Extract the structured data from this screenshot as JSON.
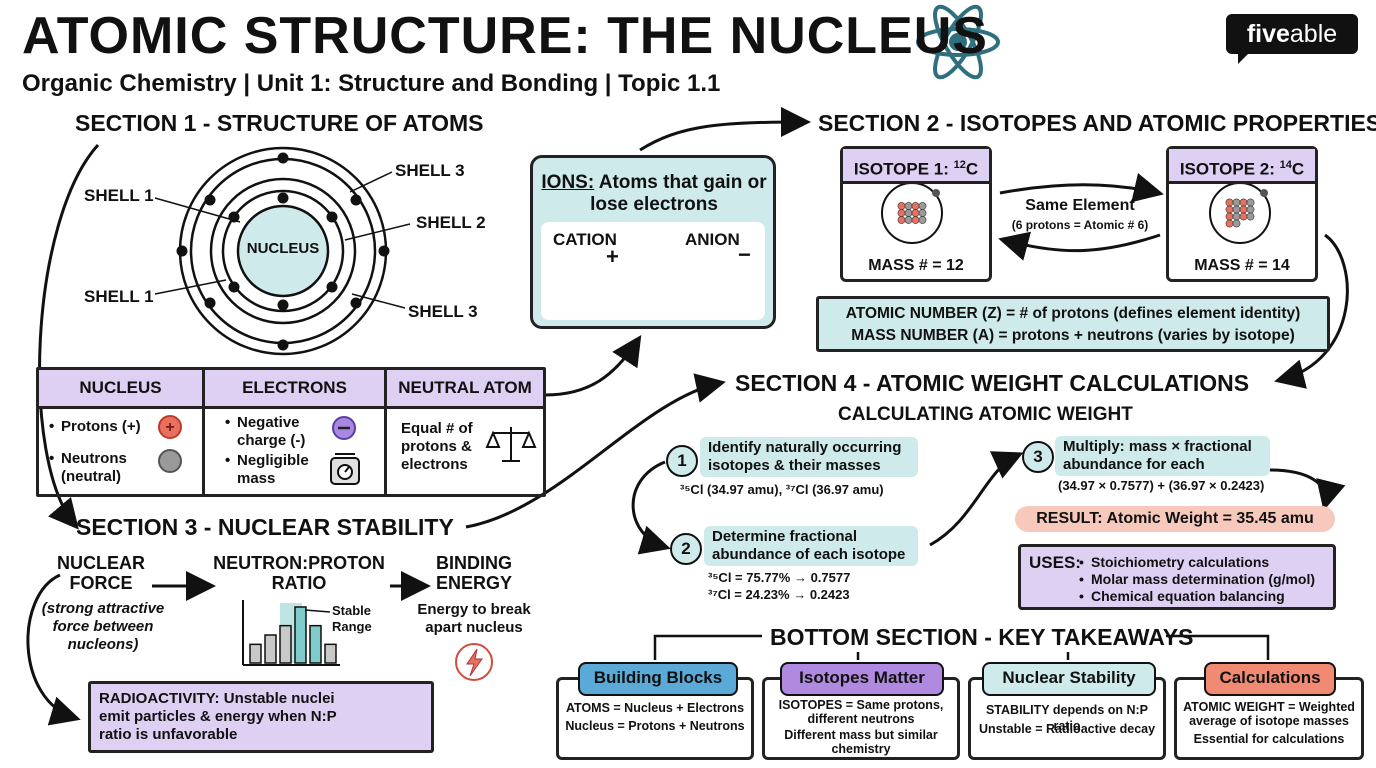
{
  "header": {
    "title": "ATOMIC STRUCTURE: THE NUCLEUS",
    "subtitle": "Organic Chemistry | Unit 1: Structure and Bonding | Topic 1.1",
    "logo_main": "five",
    "logo_suffix": "able"
  },
  "section1": {
    "title": "SECTION 1 - STRUCTURE OF ATOMS",
    "nucleus_label": "NUCLEUS",
    "shell_labels": [
      "SHELL 1",
      "SHELL 1",
      "SHELL 2",
      "SHELL 3",
      "SHELL 3"
    ],
    "table": {
      "headers": [
        "NUCLEUS",
        "ELECTRONS",
        "NEUTRAL ATOM"
      ],
      "nucleus_items": [
        "Protons (+)",
        "Neutrons (neutral)"
      ],
      "electron_items": [
        "Negative charge (-)",
        "Negligible mass"
      ],
      "neutral_text": "Equal # of protons & electrons"
    }
  },
  "ions": {
    "title": "IONS:",
    "desc": "Atoms that gain or lose electrons",
    "cation": "CATION",
    "anion": "ANION",
    "cation_sign": "+",
    "anion_sign": "−"
  },
  "section2": {
    "title": "SECTION 2 - ISOTOPES AND ATOMIC PROPERTIES",
    "isotope1": {
      "label": "ISOTOPE 1: ",
      "sup": "12",
      "element": "C",
      "mass": "MASS # = 12"
    },
    "isotope2": {
      "label": "ISOTOPE 2: ",
      "sup": "14",
      "element": "C",
      "mass": "MASS # = 14"
    },
    "same_element": "Same Element",
    "same_element_note": "(6 protons = Atomic # 6)",
    "definition1": "ATOMIC NUMBER (Z) = # of protons (defines element identity)",
    "definition2": "MASS NUMBER (A) = protons + neutrons (varies by isotope)"
  },
  "section3": {
    "title": "SECTION 3 - NUCLEAR STABILITY",
    "nuclear_force": "NUCLEAR FORCE",
    "nuclear_force_note": "(strong attractive force between nucleons)",
    "ratio": "NEUTRON:PROTON RATIO",
    "stable_range": "Stable Range",
    "chart_data": {
      "type": "bar",
      "values": [
        2,
        3,
        4,
        6,
        4,
        2
      ],
      "highlight_index": [
        3,
        4
      ]
    },
    "binding": "BINDING ENERGY",
    "binding_note": "Energy to break apart nucleus",
    "radio_title": "RADIOACTIVITY:",
    "radio_text": "Unstable nuclei emit particles & energy when N:P ratio is unfavorable"
  },
  "section4": {
    "title": "SECTION 4 - ATOMIC WEIGHT CALCULATIONS",
    "subtitle": "CALCULATING ATOMIC WEIGHT",
    "step1": {
      "num": "1",
      "text": "Identify naturally occurring isotopes & their masses",
      "detail": "³⁵Cl (34.97 amu), ³⁷Cl (36.97 amu)"
    },
    "step2": {
      "num": "2",
      "text": "Determine fractional abundance of each isotope",
      "detail1": "³⁵Cl = 75.77% → 0.7577",
      "detail2": "³⁷Cl = 24.23% → 0.2423"
    },
    "step3": {
      "num": "3",
      "text": "Multiply: mass × fractional abundance for each",
      "detail": "(34.97 × 0.7577) + (36.97 × 0.2423)"
    },
    "result": "RESULT: Atomic Weight = 35.45 amu",
    "uses_title": "USES:",
    "uses": [
      "Stoichiometry calculations",
      "Molar mass determination (g/mol)",
      "Chemical equation balancing"
    ]
  },
  "bottom": {
    "title": "BOTTOM SECTION - KEY TAKEAWAYS",
    "cards": [
      {
        "heading": "Building Blocks",
        "lines": [
          "ATOMS = Nucleus + Electrons",
          "Nucleus = Protons + Neutrons"
        ]
      },
      {
        "heading": "Isotopes Matter",
        "lines": [
          "ISOTOPES = Same protons, different neutrons",
          "Different mass but similar chemistry"
        ]
      },
      {
        "heading": "Nuclear Stability",
        "lines": [
          "STABILITY depends on N:P ratio",
          "Unstable = Radioactive decay"
        ]
      },
      {
        "heading": "Calculations",
        "lines": [
          "ATOMIC WEIGHT = Weighted average of isotope masses",
          "Essential for calculations"
        ]
      }
    ]
  },
  "colors": {
    "teal": "#cfeaea",
    "lavender": "#ddd0f3",
    "peach": "#f6c9bc",
    "proton": "#e8705e",
    "neutron": "#9a9a9a",
    "atom_icon": "#2f6f80"
  }
}
